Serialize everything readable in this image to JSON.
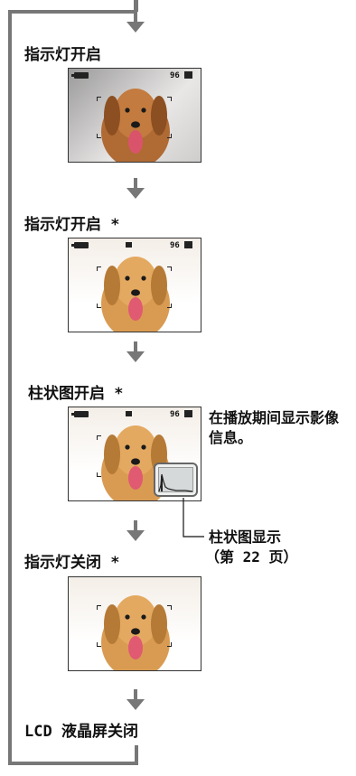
{
  "steps": [
    {
      "label": "指示灯开启",
      "indicators": {
        "count": "96"
      }
    },
    {
      "label": "指示灯开启 *",
      "indicators": {
        "count": "96"
      }
    },
    {
      "label": "柱状图开启 *",
      "indicators": {
        "count": "96"
      }
    },
    {
      "label": "指示灯关闭 *"
    },
    {
      "label": "LCD 液晶屏关闭"
    }
  ],
  "side_note": "在播放期间显示影像信息。",
  "histogram_callout": {
    "line1": "柱状图显示",
    "line2": "（第 22 页）"
  },
  "colors": {
    "flow_line": "#777777",
    "text": "#111111"
  },
  "icons": [
    "down-arrow-icon",
    "battery-icon",
    "memory-card-icon",
    "histogram-icon"
  ]
}
